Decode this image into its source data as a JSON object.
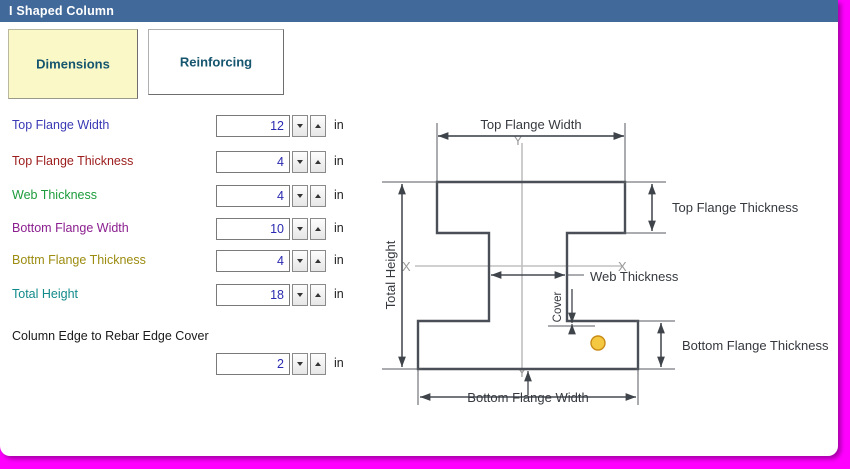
{
  "window": {
    "title": "I Shaped Column"
  },
  "tabs": [
    {
      "id": "dimensions",
      "label": "Dimensions",
      "active": true
    },
    {
      "id": "reinforcing",
      "label": "Reinforcing",
      "active": false
    }
  ],
  "form": {
    "unit": "in",
    "fields": [
      {
        "label": "Top Flange Width",
        "value": "12",
        "unit": "in",
        "color": "#3a3ab5"
      },
      {
        "label": "Top Flange Thickness",
        "value": "4",
        "unit": "in",
        "color": "#9c1c1c"
      },
      {
        "label": "Web Thickness",
        "value": "4",
        "unit": "in",
        "color": "#1c9c3c"
      },
      {
        "label": "Bottom Flange Width",
        "value": "10",
        "unit": "in",
        "color": "#8c2090"
      },
      {
        "label": "Bottm Flange Thickness",
        "value": "4",
        "unit": "in",
        "color": "#9c8c10"
      },
      {
        "label": "Total Height",
        "value": "18",
        "unit": "in",
        "color": "#118a8a"
      }
    ],
    "cover": {
      "label": "Column Edge to Rebar Edge Cover",
      "value": "2",
      "unit": "in",
      "color": "#1a1a1a"
    }
  },
  "diagram": {
    "annotations": {
      "top_flange_width": "Top Flange Width",
      "top_flange_thickness": "Top Flange Thickness",
      "web_thickness": "Web Thickness",
      "bottom_flange_thickness": "Bottom Flange Thickness",
      "bottom_flange_width": "Bottom Flange Width",
      "total_height": "Total Height",
      "cover": "Cover",
      "axis_x_left": "X",
      "axis_x_right": "X",
      "axis_y_top": "Y",
      "axis_y_bottom": "Y"
    },
    "colors": {
      "outline": "#4a4f57",
      "dimension": "#3f444b",
      "axis": "#b8b8b8",
      "axis_label": "#9a9a9a",
      "rebar_fill": "#f5c842",
      "rebar_stroke": "#c98b16"
    }
  },
  "theme": {
    "titlebar_bg": "#41699a",
    "titlebar_fg": "#ffffff",
    "tab_active_bg": "#fbf8c8",
    "tab_inactive_bg": "#ffffff",
    "tab_text": "#15556e",
    "value_text": "#2a2ab0",
    "backdrop": "#ff00ff"
  }
}
